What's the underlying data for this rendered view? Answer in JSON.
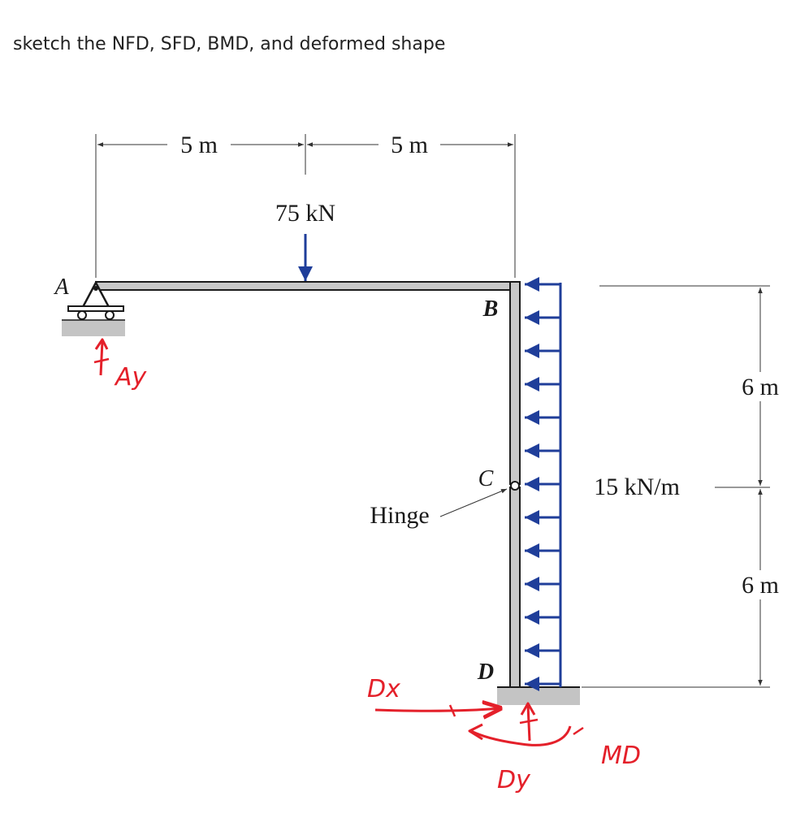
{
  "prompt": "sketch the NFD, SFD, BMD, and deformed shape",
  "diagram": {
    "dimensions": {
      "span_left": "5 m",
      "span_right": "5 m",
      "height_upper": "6 m",
      "height_lower": "6 m"
    },
    "loads": {
      "point_load": "75 kN",
      "distributed_load": "15 kN/m"
    },
    "labels": {
      "A": "A",
      "B": "B",
      "C": "C",
      "D": "D",
      "hinge": "Hinge"
    },
    "reactions": {
      "Ay": "Ay",
      "Dx": "Dx",
      "Dy": "Dy",
      "MD": "MD"
    },
    "colors": {
      "member_fill": "#c8c8c8",
      "member_edge": "#1a1a1a",
      "load_arrows": "#1f3e9a",
      "handwriting": "#e4202a",
      "ground": "#c4c4c4",
      "dimension_lines": "#333333"
    }
  }
}
